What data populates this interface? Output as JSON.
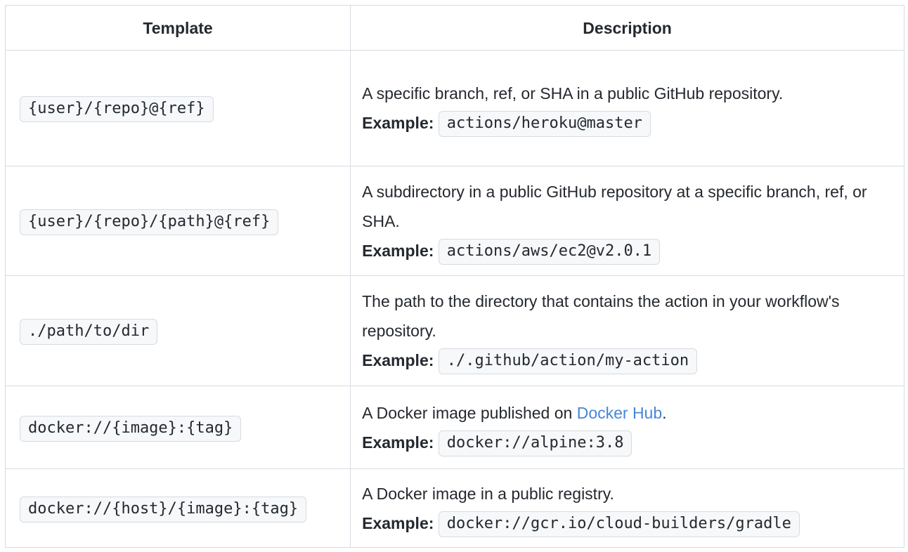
{
  "colors": {
    "border": "#d6dce2",
    "text": "#24292f",
    "code_background": "#f6f8fa",
    "link": "#4687d7"
  },
  "table": {
    "headers": {
      "template": "Template",
      "description": "Description"
    },
    "example_label": "Example:",
    "rows": [
      {
        "template": "{user}/{repo}@{ref}",
        "desc_before": "A specific branch, ref, or SHA in a public GitHub repository.",
        "link_text": "",
        "desc_after": "",
        "example": "actions/heroku@master"
      },
      {
        "template": "{user}/{repo}/{path}@{ref}",
        "desc_before": "A subdirectory in a public GitHub repository at a specific branch, ref, or SHA.",
        "link_text": "",
        "desc_after": "",
        "example": "actions/aws/ec2@v2.0.1"
      },
      {
        "template": "./path/to/dir",
        "desc_before": "The path to the directory that contains the action in your workflow's repository.",
        "link_text": "",
        "desc_after": "",
        "example": "./.github/action/my-action"
      },
      {
        "template": "docker://{image}:{tag}",
        "desc_before": "A Docker image published on ",
        "link_text": "Docker Hub",
        "desc_after": ".",
        "example": "docker://alpine:3.8"
      },
      {
        "template": "docker://{host}/{image}:{tag}",
        "desc_before": "A Docker image in a public registry.",
        "link_text": "",
        "desc_after": "",
        "example": "docker://gcr.io/cloud-builders/gradle"
      }
    ]
  }
}
